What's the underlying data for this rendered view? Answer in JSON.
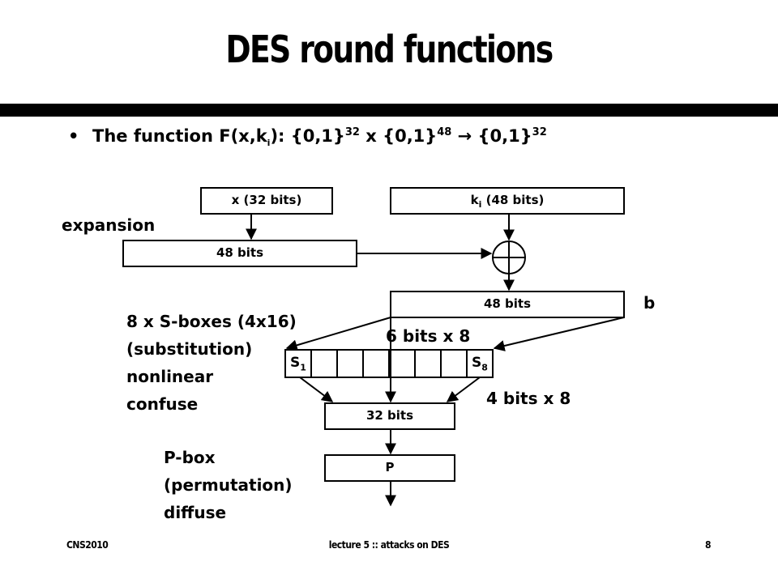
{
  "slide": {
    "title": "DES round functions",
    "bullet": {
      "text_before": "The function F(x,k",
      "sub_i": "i",
      "text_mid1": "): {0,1}",
      "sup1": "32",
      "text_mid2": " x {0,1}",
      "sup2": "48",
      "text_mid3": " → {0,1}",
      "sup3": "32"
    }
  },
  "diagram": {
    "x_box": "x (32 bits)",
    "k_box_prefix": "k",
    "k_box_sub": "i",
    "k_box_suffix": " (48 bits)",
    "expansion_label": "expansion",
    "expanded_box": "48 bits",
    "xored_box": "48 bits",
    "b_label": "b",
    "sbox_desc": [
      "8 x S-boxes (4x16)",
      "(substitution)",
      "nonlinear",
      "confuse"
    ],
    "six_bits_label": "6 bits x 8",
    "s1_label": "S",
    "s1_sub": "1",
    "s8_label": "S",
    "s8_sub": "8",
    "four_bits_label": "4 bits x 8",
    "thirtytwo_box": "32 bits",
    "p_box": "P",
    "pbox_desc": [
      "P-box",
      "(permutation)",
      "diffuse"
    ]
  },
  "footer": {
    "left": "CNS2010",
    "center": "lecture 5 :: attacks on DES",
    "page": "8"
  }
}
